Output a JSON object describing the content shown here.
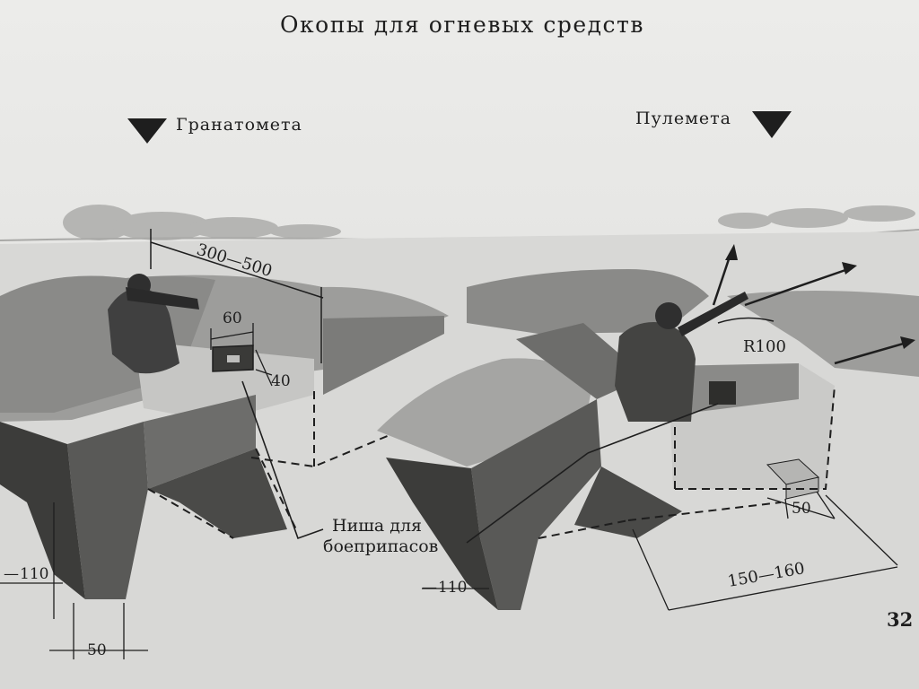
{
  "title": "Окопы для огневых средств",
  "labels": {
    "grenade_launcher": "Гранатомета",
    "machine_gun": "Пулемета",
    "niche_line1": "Ниша для",
    "niche_line2": "боеприпасов",
    "page_number": "32"
  },
  "dimensions": {
    "length_range": "300—500",
    "niche_width": "60",
    "niche_height": "40",
    "depth_left": "110",
    "depth_right": "110",
    "bottom_width": "50",
    "step_width": "50",
    "platform_range": "150—160",
    "radius": "R100"
  },
  "colors": {
    "ink": "#1e1e1e",
    "trench_wall": "#5a5a5a",
    "parapet": "#9a9a98",
    "sky": "#ececea"
  }
}
